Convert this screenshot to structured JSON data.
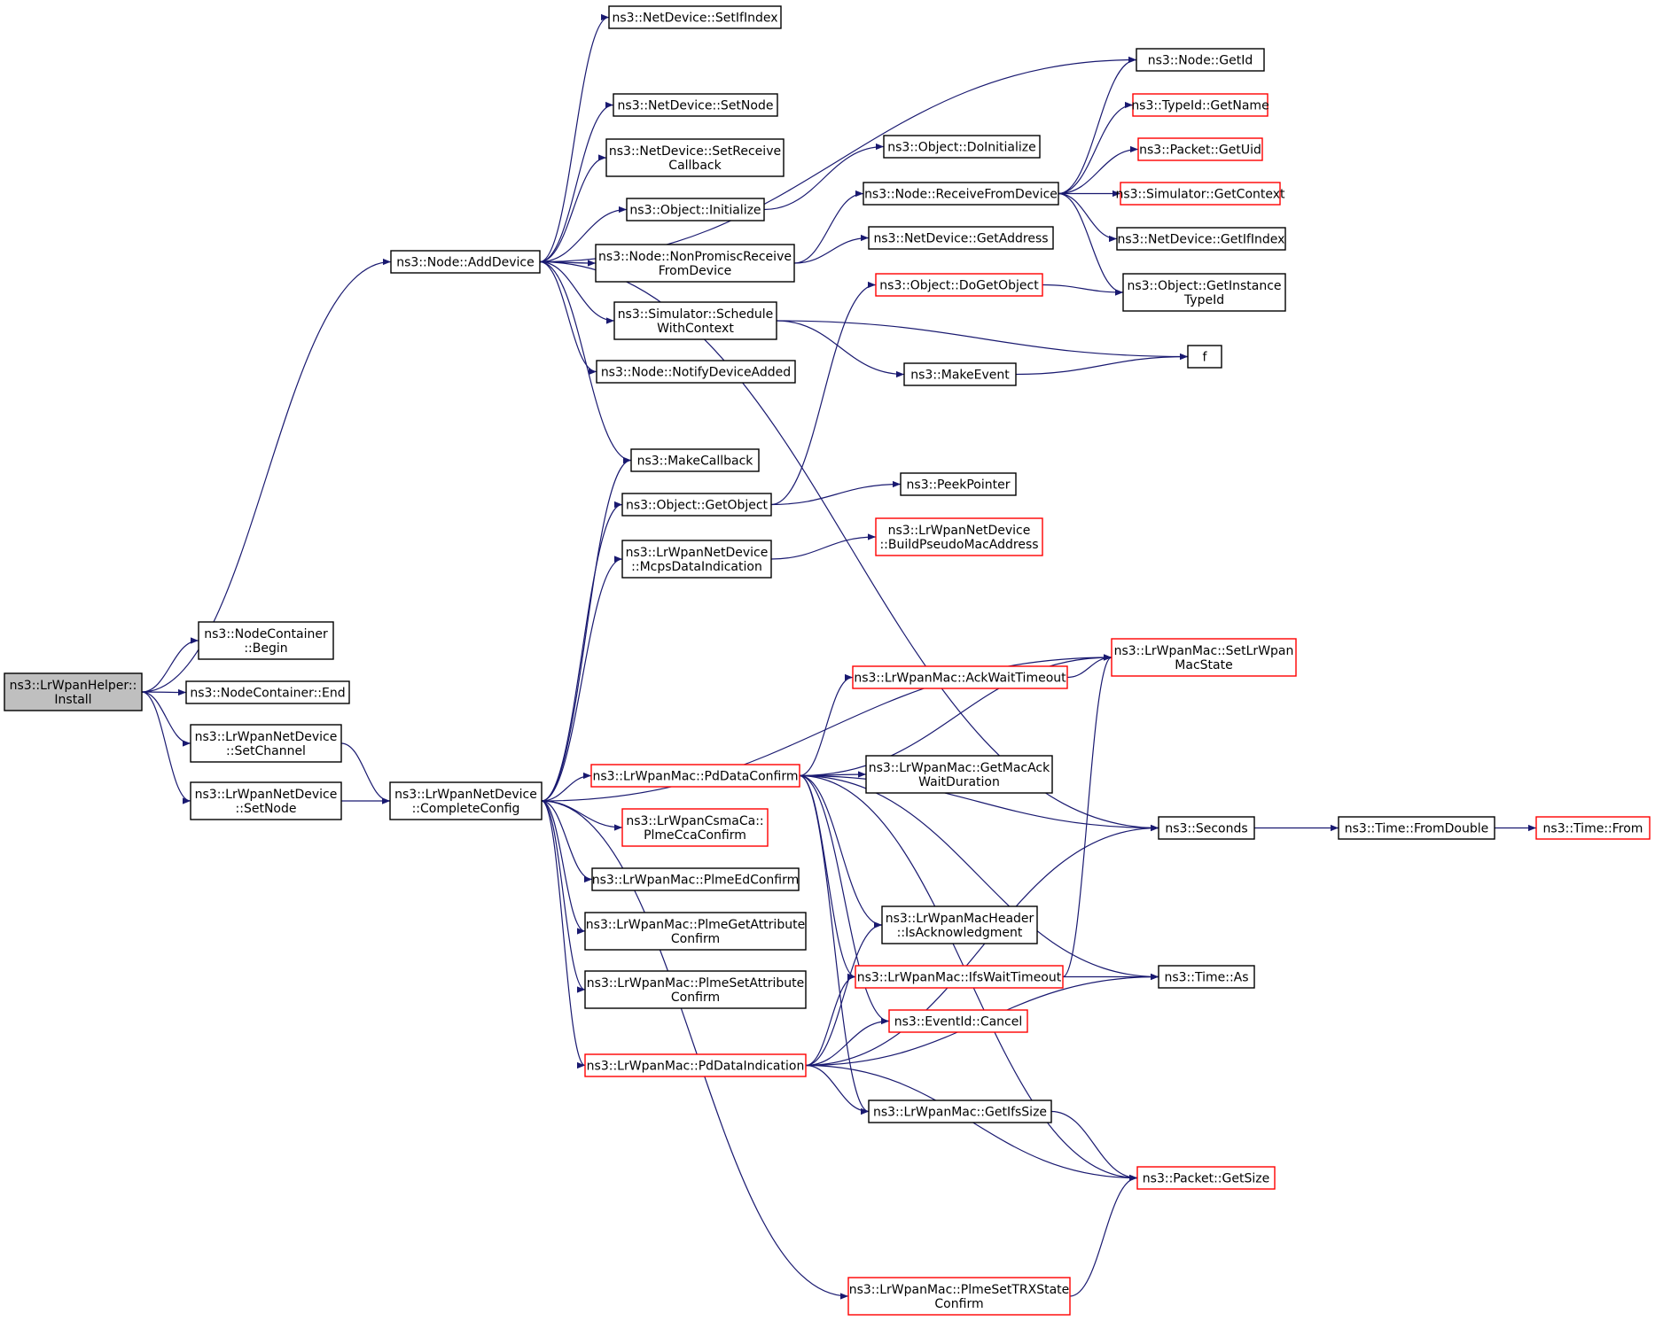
{
  "colors": {
    "edge": "#191970",
    "node_border": "#000000",
    "node_border_incomplete": "#ff0000",
    "node_fill": "#ffffff",
    "root_fill": "#bfbfbf"
  },
  "nodes": [
    {
      "id": "install",
      "lines": [
        "ns3::LrWpanHelper::",
        "Install"
      ],
      "style": "root"
    },
    {
      "id": "adddevice",
      "lines": [
        "ns3::Node::AddDevice"
      ],
      "style": "normal"
    },
    {
      "id": "nc_begin",
      "lines": [
        "ns3::NodeContainer",
        "::Begin"
      ],
      "style": "normal"
    },
    {
      "id": "nc_end",
      "lines": [
        "ns3::NodeContainer::End"
      ],
      "style": "normal"
    },
    {
      "id": "setchannel",
      "lines": [
        "ns3::LrWpanNetDevice",
        "::SetChannel"
      ],
      "style": "normal"
    },
    {
      "id": "setnode_dev",
      "lines": [
        "ns3::LrWpanNetDevice",
        "::SetNode"
      ],
      "style": "normal"
    },
    {
      "id": "completeconfig",
      "lines": [
        "ns3::LrWpanNetDevice",
        "::CompleteConfig"
      ],
      "style": "normal"
    },
    {
      "id": "setifindex",
      "lines": [
        "ns3::NetDevice::SetIfIndex"
      ],
      "style": "normal"
    },
    {
      "id": "setnode_nd",
      "lines": [
        "ns3::NetDevice::SetNode"
      ],
      "style": "normal"
    },
    {
      "id": "setreceive",
      "lines": [
        "ns3::NetDevice::SetReceive",
        "Callback"
      ],
      "style": "normal"
    },
    {
      "id": "initialize",
      "lines": [
        "ns3::Object::Initialize"
      ],
      "style": "normal"
    },
    {
      "id": "nonpromisc",
      "lines": [
        "ns3::Node::NonPromiscReceive",
        "FromDevice"
      ],
      "style": "normal"
    },
    {
      "id": "schedulectx",
      "lines": [
        "ns3::Simulator::Schedule",
        "WithContext"
      ],
      "style": "normal"
    },
    {
      "id": "notifyadded",
      "lines": [
        "ns3::Node::NotifyDeviceAdded"
      ],
      "style": "normal"
    },
    {
      "id": "makecallback",
      "lines": [
        "ns3::MakeCallback"
      ],
      "style": "normal"
    },
    {
      "id": "getobject",
      "lines": [
        "ns3::Object::GetObject"
      ],
      "style": "normal"
    },
    {
      "id": "mcpsdata",
      "lines": [
        "ns3::LrWpanNetDevice",
        "::McpsDataIndication"
      ],
      "style": "normal"
    },
    {
      "id": "pddataconfirm",
      "lines": [
        "ns3::LrWpanMac::PdDataConfirm"
      ],
      "style": "incomplete"
    },
    {
      "id": "plmecca",
      "lines": [
        "ns3::LrWpanCsmaCa::",
        "PlmeCcaConfirm"
      ],
      "style": "incomplete"
    },
    {
      "id": "plmeed",
      "lines": [
        "ns3::LrWpanMac::PlmeEdConfirm"
      ],
      "style": "normal"
    },
    {
      "id": "plmegetattr",
      "lines": [
        "ns3::LrWpanMac::PlmeGetAttribute",
        "Confirm"
      ],
      "style": "normal"
    },
    {
      "id": "plmesetattr",
      "lines": [
        "ns3::LrWpanMac::PlmeSetAttribute",
        "Confirm"
      ],
      "style": "normal"
    },
    {
      "id": "pddataind",
      "lines": [
        "ns3::LrWpanMac::PdDataIndication"
      ],
      "style": "incomplete"
    },
    {
      "id": "plmesettrx",
      "lines": [
        "ns3::LrWpanMac::PlmeSetTRXState",
        "Confirm"
      ],
      "style": "incomplete"
    },
    {
      "id": "doinitialize",
      "lines": [
        "ns3::Object::DoInitialize"
      ],
      "style": "normal"
    },
    {
      "id": "receivefrom",
      "lines": [
        "ns3::Node::ReceiveFromDevice"
      ],
      "style": "normal"
    },
    {
      "id": "getaddress",
      "lines": [
        "ns3::NetDevice::GetAddress"
      ],
      "style": "normal"
    },
    {
      "id": "dogetobject",
      "lines": [
        "ns3::Object::DoGetObject"
      ],
      "style": "incomplete"
    },
    {
      "id": "makeevent",
      "lines": [
        "ns3::MakeEvent"
      ],
      "style": "normal"
    },
    {
      "id": "peekpointer",
      "lines": [
        "ns3::PeekPointer"
      ],
      "style": "normal"
    },
    {
      "id": "buildpseudo",
      "lines": [
        "ns3::LrWpanNetDevice",
        "::BuildPseudoMacAddress"
      ],
      "style": "incomplete"
    },
    {
      "id": "ackwait",
      "lines": [
        "ns3::LrWpanMac::AckWaitTimeout"
      ],
      "style": "incomplete"
    },
    {
      "id": "getmacack",
      "lines": [
        "ns3::LrWpanMac::GetMacAck",
        "WaitDuration"
      ],
      "style": "normal"
    },
    {
      "id": "isack",
      "lines": [
        "ns3::LrWpanMacHeader",
        "::IsAcknowledgment"
      ],
      "style": "normal"
    },
    {
      "id": "ifswait",
      "lines": [
        "ns3::LrWpanMac::IfsWaitTimeout"
      ],
      "style": "incomplete"
    },
    {
      "id": "cancel",
      "lines": [
        "ns3::EventId::Cancel"
      ],
      "style": "incomplete"
    },
    {
      "id": "getifssize",
      "lines": [
        "ns3::LrWpanMac::GetIfsSize"
      ],
      "style": "normal"
    },
    {
      "id": "getid",
      "lines": [
        "ns3::Node::GetId"
      ],
      "style": "normal"
    },
    {
      "id": "getname",
      "lines": [
        "ns3::TypeId::GetName"
      ],
      "style": "incomplete"
    },
    {
      "id": "getuid",
      "lines": [
        "ns3::Packet::GetUid"
      ],
      "style": "incomplete"
    },
    {
      "id": "getcontext",
      "lines": [
        "ns3::Simulator::GetContext"
      ],
      "style": "incomplete"
    },
    {
      "id": "getifindex",
      "lines": [
        "ns3::NetDevice::GetIfIndex"
      ],
      "style": "normal"
    },
    {
      "id": "getinstance",
      "lines": [
        "ns3::Object::GetInstance",
        "TypeId"
      ],
      "style": "normal"
    },
    {
      "id": "f",
      "lines": [
        "f"
      ],
      "style": "normal"
    },
    {
      "id": "setstate",
      "lines": [
        "ns3::LrWpanMac::SetLrWpan",
        "MacState"
      ],
      "style": "incomplete"
    },
    {
      "id": "seconds",
      "lines": [
        "ns3::Seconds"
      ],
      "style": "normal"
    },
    {
      "id": "timeas",
      "lines": [
        "ns3::Time::As"
      ],
      "style": "normal"
    },
    {
      "id": "getsize",
      "lines": [
        "ns3::Packet::GetSize"
      ],
      "style": "incomplete"
    },
    {
      "id": "fromdouble",
      "lines": [
        "ns3::Time::FromDouble"
      ],
      "style": "normal"
    },
    {
      "id": "timefrom",
      "lines": [
        "ns3::Time::From"
      ],
      "style": "incomplete"
    }
  ],
  "edges": [
    [
      "install",
      "adddevice"
    ],
    [
      "install",
      "nc_begin"
    ],
    [
      "install",
      "nc_end"
    ],
    [
      "install",
      "setchannel"
    ],
    [
      "install",
      "setnode_dev"
    ],
    [
      "setchannel",
      "completeconfig"
    ],
    [
      "setnode_dev",
      "completeconfig"
    ],
    [
      "adddevice",
      "setifindex"
    ],
    [
      "adddevice",
      "getid"
    ],
    [
      "adddevice",
      "setnode_nd"
    ],
    [
      "adddevice",
      "setreceive"
    ],
    [
      "adddevice",
      "initialize"
    ],
    [
      "adddevice",
      "nonpromisc"
    ],
    [
      "adddevice",
      "schedulectx"
    ],
    [
      "adddevice",
      "notifyadded"
    ],
    [
      "adddevice",
      "makecallback"
    ],
    [
      "adddevice",
      "seconds"
    ],
    [
      "initialize",
      "doinitialize"
    ],
    [
      "nonpromisc",
      "receivefrom"
    ],
    [
      "nonpromisc",
      "getaddress"
    ],
    [
      "receivefrom",
      "getid"
    ],
    [
      "receivefrom",
      "getname"
    ],
    [
      "receivefrom",
      "getuid"
    ],
    [
      "receivefrom",
      "getcontext"
    ],
    [
      "receivefrom",
      "getifindex"
    ],
    [
      "receivefrom",
      "getinstance"
    ],
    [
      "schedulectx",
      "f"
    ],
    [
      "schedulectx",
      "makeevent"
    ],
    [
      "makeevent",
      "f"
    ],
    [
      "dogetobject",
      "getinstance"
    ],
    [
      "getobject",
      "dogetobject"
    ],
    [
      "getobject",
      "peekpointer"
    ],
    [
      "mcpsdata",
      "buildpseudo"
    ],
    [
      "completeconfig",
      "makecallback"
    ],
    [
      "completeconfig",
      "getobject"
    ],
    [
      "completeconfig",
      "mcpsdata"
    ],
    [
      "completeconfig",
      "setstate"
    ],
    [
      "completeconfig",
      "pddataconfirm"
    ],
    [
      "completeconfig",
      "plmecca"
    ],
    [
      "completeconfig",
      "plmeed"
    ],
    [
      "completeconfig",
      "plmegetattr"
    ],
    [
      "completeconfig",
      "plmesetattr"
    ],
    [
      "completeconfig",
      "pddataind"
    ],
    [
      "completeconfig",
      "plmesettrx"
    ],
    [
      "pddataconfirm",
      "setstate"
    ],
    [
      "pddataconfirm",
      "ackwait"
    ],
    [
      "pddataconfirm",
      "seconds"
    ],
    [
      "pddataconfirm",
      "getmacack"
    ],
    [
      "pddataconfirm",
      "timeas"
    ],
    [
      "pddataconfirm",
      "getsize"
    ],
    [
      "pddataconfirm",
      "isack"
    ],
    [
      "pddataconfirm",
      "ifswait"
    ],
    [
      "pddataconfirm",
      "cancel"
    ],
    [
      "pddataconfirm",
      "getifssize"
    ],
    [
      "ackwait",
      "setstate"
    ],
    [
      "ifswait",
      "setstate"
    ],
    [
      "ifswait",
      "timeas"
    ],
    [
      "pddataind",
      "isack"
    ],
    [
      "pddataind",
      "ifswait"
    ],
    [
      "pddataind",
      "cancel"
    ],
    [
      "pddataind",
      "seconds"
    ],
    [
      "pddataind",
      "getifssize"
    ],
    [
      "pddataind",
      "getsize"
    ],
    [
      "pddataind",
      "timeas"
    ],
    [
      "getifssize",
      "getsize"
    ],
    [
      "plmesettrx",
      "getsize"
    ],
    [
      "seconds",
      "fromdouble"
    ],
    [
      "fromdouble",
      "timefrom"
    ]
  ]
}
